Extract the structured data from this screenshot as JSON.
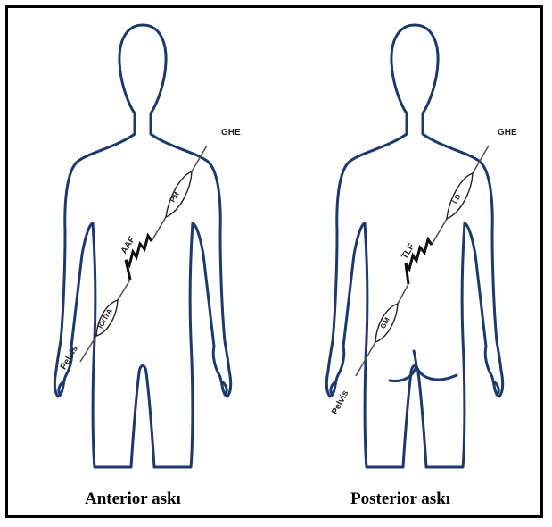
{
  "anterior": {
    "caption": "Anterior askı",
    "labels": {
      "top": "GHE",
      "muscle_upper": "PM",
      "spring": "AAF",
      "muscle_lower": "IO/TrA",
      "bottom": "Pelvis"
    }
  },
  "posterior": {
    "caption": "Posterior askı",
    "labels": {
      "top": "GHE",
      "muscle_upper": "LD",
      "spring": "TLF",
      "muscle_lower": "GM",
      "bottom": "Pelvis"
    }
  },
  "colors": {
    "outline": "#1c3a6b",
    "border": "#000000"
  }
}
